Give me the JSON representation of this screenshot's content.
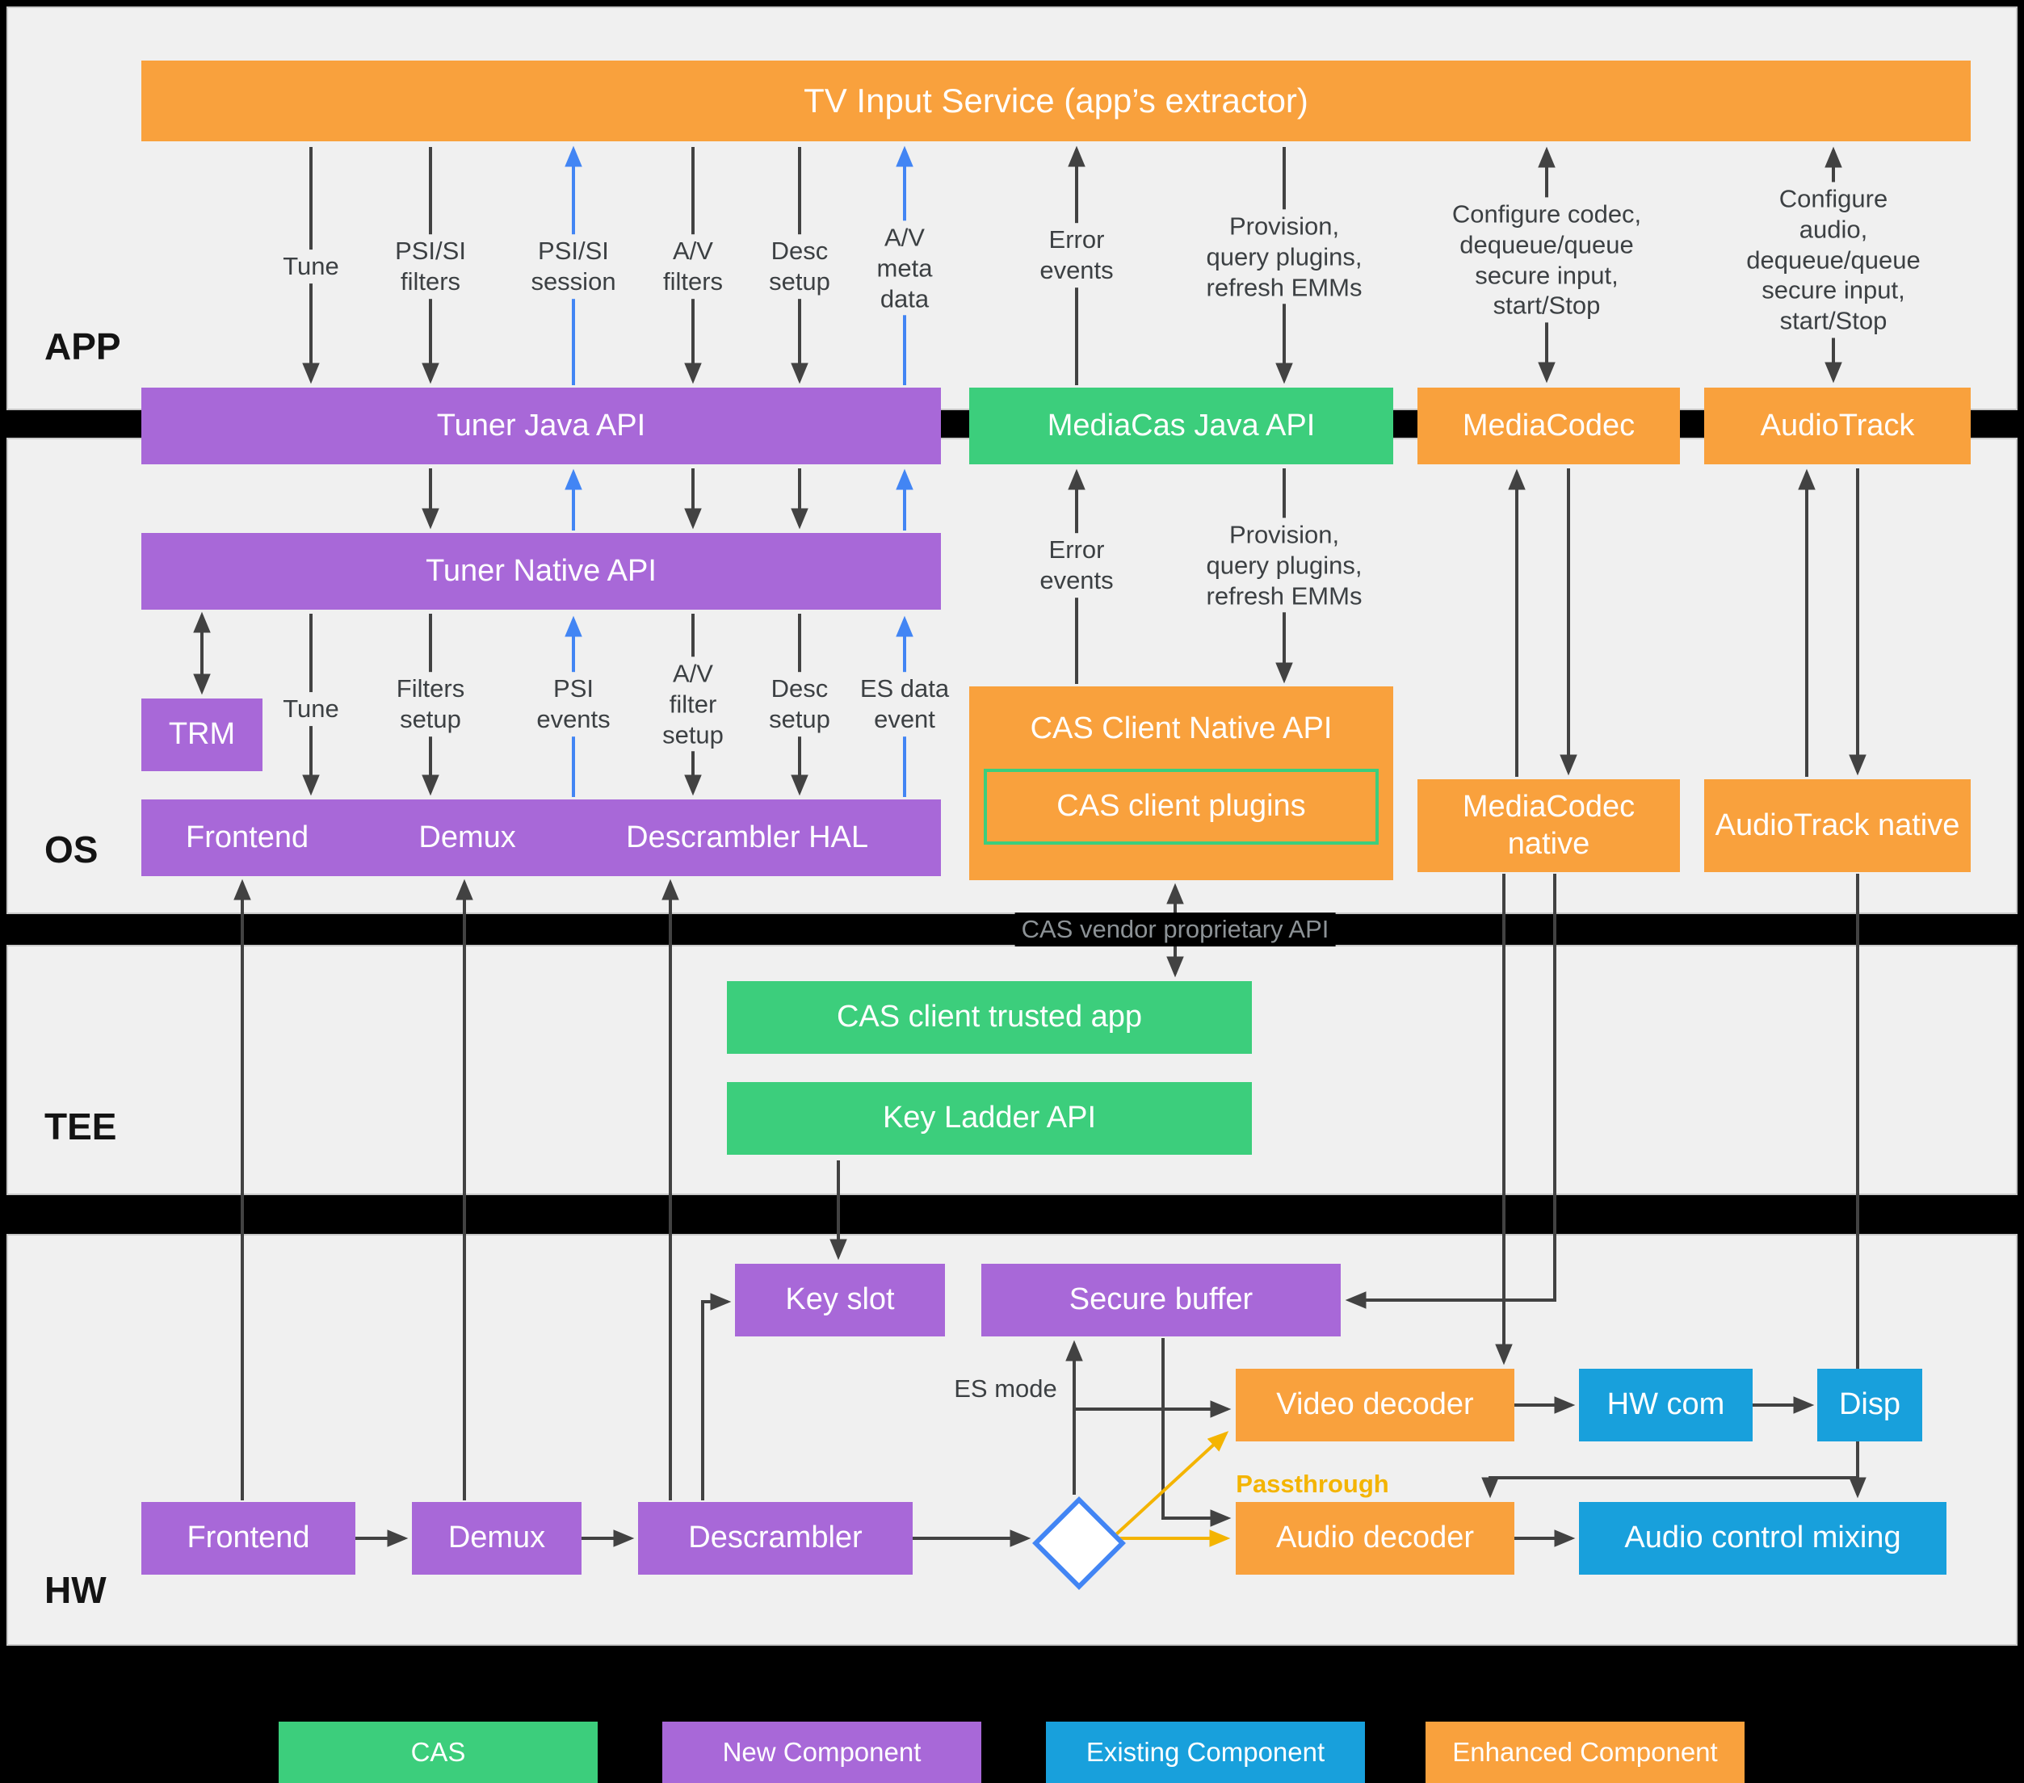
{
  "palette": {
    "cas_green": "#3CCE7C",
    "new_component_purple": "#A868D8",
    "existing_component_blue": "#18A0DC",
    "enhanced_component_orange": "#F9A13D",
    "highlight_arrow_blue": "#4285F4",
    "passthrough_yellow": "#F4B400",
    "arrow_dark": "#424242",
    "layer_background": "#F0F0F0"
  },
  "layers": {
    "app": "APP",
    "os": "OS",
    "tee": "TEE",
    "hw": "HW"
  },
  "boxes": {
    "tv_input_service": "TV Input Service (app’s extractor)",
    "tuner_java_api": "Tuner Java API",
    "mediacas_java_api": "MediaCas Java API",
    "mediacodec": "MediaCodec",
    "audiotrack": "AudioTrack",
    "tuner_native_api": "Tuner Native API",
    "trm": "TRM",
    "hal_frontend": "Frontend",
    "hal_demux": "Demux",
    "hal_descrambler": "Descrambler HAL",
    "cas_client_native_api": "CAS Client Native API",
    "cas_client_plugins": "CAS client plugins",
    "mediacodec_native": "MediaCodec native",
    "audiotrack_native": "AudioTrack native",
    "cas_client_trusted_app": "CAS client trusted app",
    "key_ladder_api": "Key Ladder API",
    "key_slot": "Key slot",
    "secure_buffer": "Secure buffer",
    "video_decoder": "Video decoder",
    "hw_com": "HW com",
    "disp": "Disp",
    "hw_frontend": "Frontend",
    "hw_demux": "Demux",
    "hw_descrambler": "Descrambler",
    "audio_decoder": "Audio decoder",
    "audio_control_mixing": "Audio control mixing"
  },
  "labels": {
    "app": {
      "tune": "Tune",
      "psi_si_filters": "PSI/SI\nfilters",
      "psi_si_session": "PSI/SI\nsession",
      "av_filters": "A/V\nfilters",
      "desc_setup": "Desc\nsetup",
      "av_meta_data": "A/V\nmeta\ndata",
      "error_events": "Error\nevents",
      "provision": "Provision,\nquery plugins,\nrefresh EMMs",
      "configure_codec": "Configure codec,\ndequeue/queue\nsecure input,\nstart/Stop",
      "configure_audio": "Configure audio,\ndequeue/queue\nsecure input,\nstart/Stop"
    },
    "os": {
      "tune": "Tune",
      "filters_setup": "Filters\nsetup",
      "psi_events": "PSI\nevents",
      "av_filter_setup": "A/V\nfilter\nsetup",
      "desc_setup": "Desc\nsetup",
      "es_data_event": "ES data\nevent",
      "error_events": "Error\nevents",
      "provision": "Provision,\nquery plugins,\nrefresh EMMs",
      "cas_vendor_api": "CAS vendor proprietary API"
    },
    "hw": {
      "es_mode": "ES mode",
      "passthrough": "Passthrough"
    }
  },
  "legend": [
    {
      "label": "CAS",
      "color": "#3CCE7C"
    },
    {
      "label": "New Component",
      "color": "#A868D8"
    },
    {
      "label": "Existing Component",
      "color": "#18A0DC"
    },
    {
      "label": "Enhanced Component",
      "color": "#F9A13D"
    }
  ]
}
